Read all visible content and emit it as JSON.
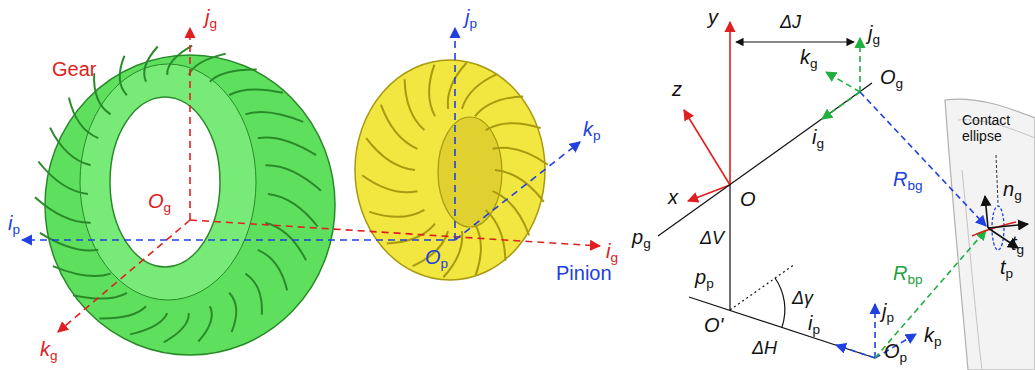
{
  "diagram": {
    "labels": [
      "jg",
      "jp",
      "kp",
      "Gear",
      "Og",
      "ip",
      "ig",
      "Op",
      "Pinion",
      "kg",
      "y",
      "ΔJ",
      "jg",
      "kg",
      "Og",
      "z",
      "ig",
      "Contact ellipse",
      "x",
      "O",
      "Rbg",
      "ng",
      "tg",
      "ΔV",
      "pg",
      "tp",
      "Rbp",
      "pp",
      "Δγ",
      "jp",
      "O'",
      "ip",
      "kp",
      "ΔH",
      "Op"
    ]
  }
}
